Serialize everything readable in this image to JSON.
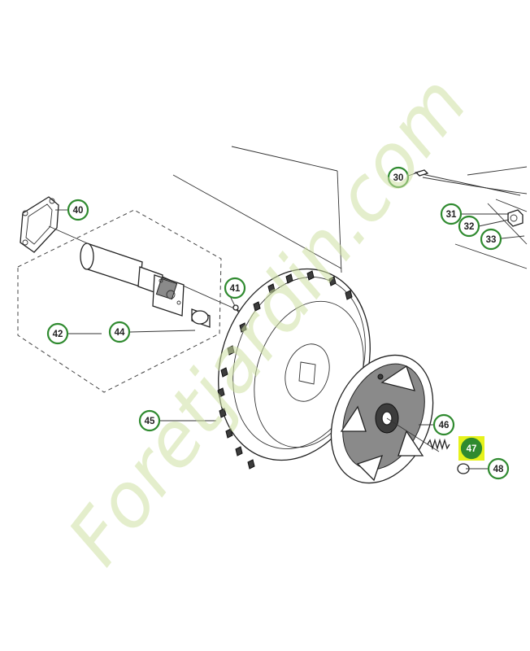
{
  "callouts": {
    "c30": "30",
    "c31": "31",
    "c32": "32",
    "c33": "33",
    "c40": "40",
    "c41": "41",
    "c42": "42",
    "c44": "44",
    "c45": "45",
    "c46": "46",
    "c47": "47",
    "c48": "48"
  },
  "highlighted_part": "47",
  "watermark": "Foretjardin.com",
  "colors": {
    "callout_ring": "#2f8a2f",
    "highlight": "#e6f21c",
    "watermark": "#cfe1a3"
  }
}
